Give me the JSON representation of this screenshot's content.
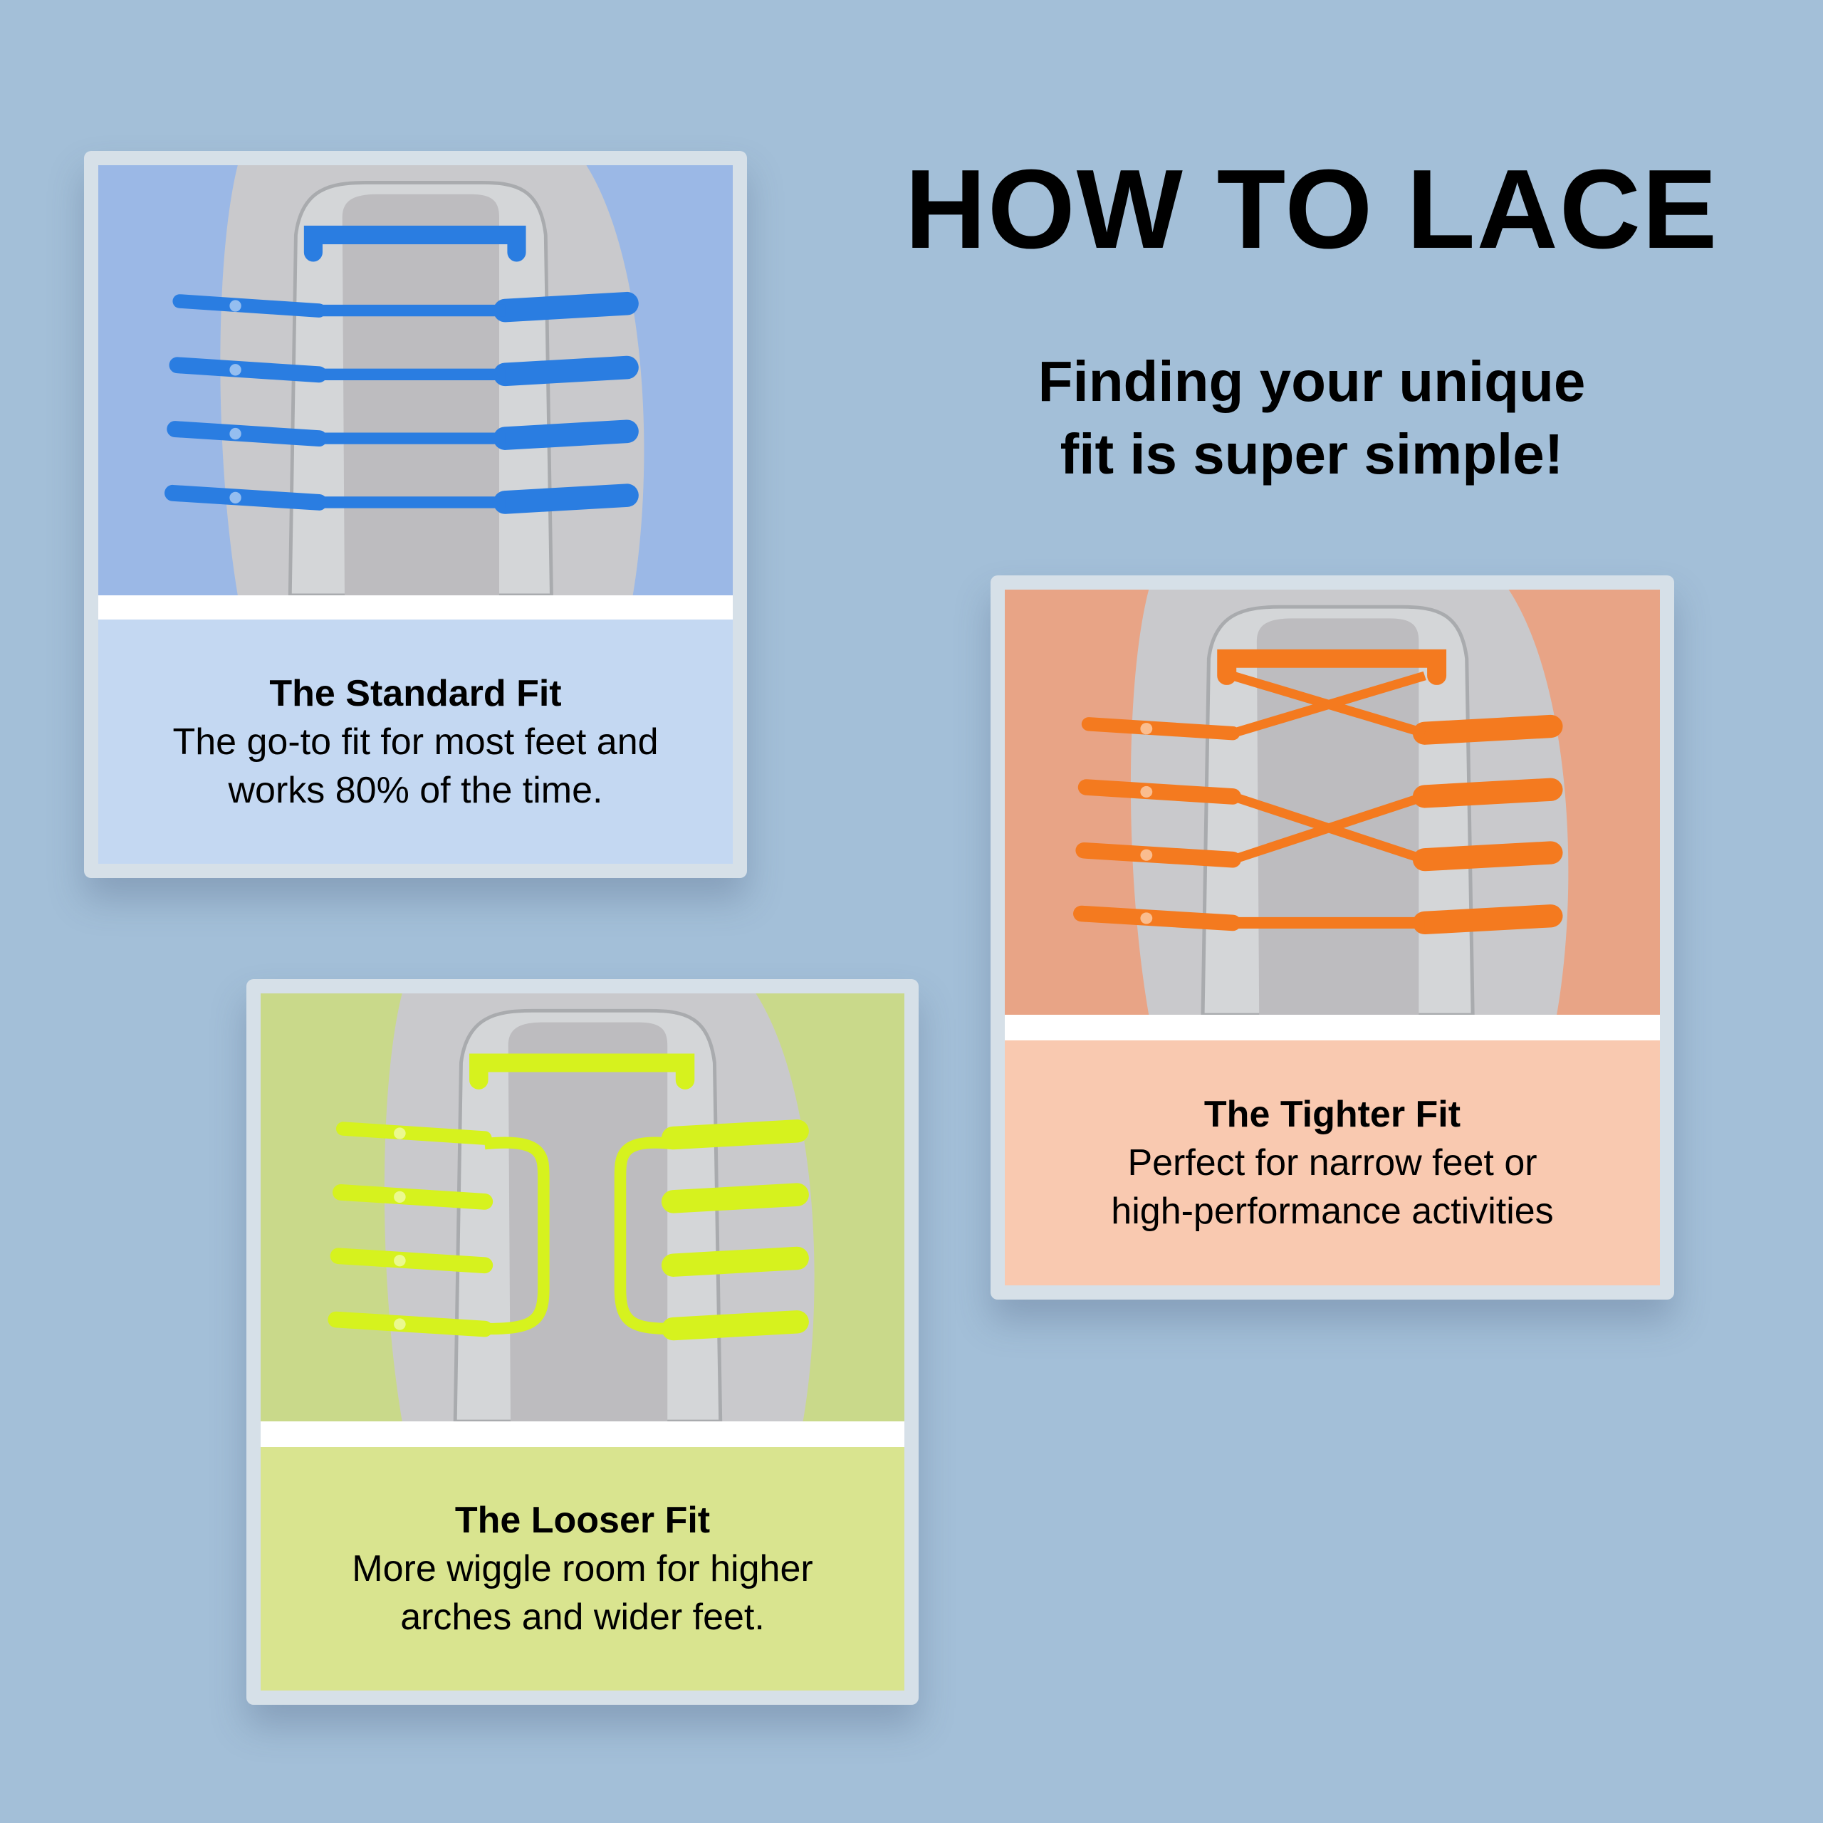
{
  "header": {
    "title": "HOW TO LACE",
    "subtitle_line1": "Finding your unique",
    "subtitle_line2": "fit is super simple!"
  },
  "colors": {
    "background": "#a3bfd8"
  },
  "cards": [
    {
      "title": "The Standard Fit",
      "line1": "The go-to fit for most feet and",
      "line2": "works 80% of the time.",
      "lace_color": "#2a7de1",
      "image_bg": "#9bb8e6",
      "panel_bg": "#c4d8f2",
      "pattern": "straight"
    },
    {
      "title": "The Tighter Fit",
      "line1": "Perfect for narrow feet or",
      "line2": "high-performance activities",
      "lace_color": "#f47a1f",
      "image_bg": "#e8a486",
      "panel_bg": "#f9c9b0",
      "pattern": "cross"
    },
    {
      "title": "The Looser Fit",
      "line1": "More wiggle room for higher",
      "line2": "arches and wider feet.",
      "lace_color": "#d6f21e",
      "image_bg": "#c9d98a",
      "panel_bg": "#d9e48f",
      "pattern": "loop"
    }
  ]
}
